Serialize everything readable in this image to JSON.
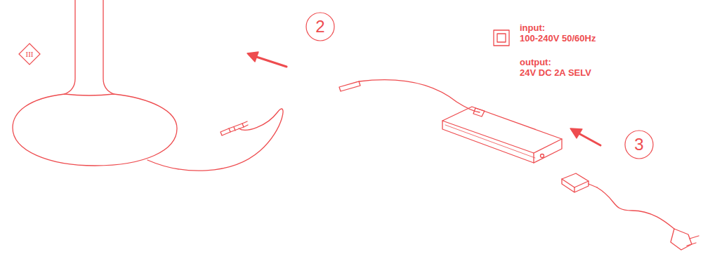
{
  "diagram": {
    "nodes": [
      {
        "text": [
          "III"
        ]
      },
      {
        "text": [
          "2"
        ]
      },
      {
        "text": [
          "3"
        ]
      }
    ],
    "labels": [
      "input:",
      "100-240V 50/60Hz",
      "output:",
      "24V DC 2A SELV"
    ]
  }
}
